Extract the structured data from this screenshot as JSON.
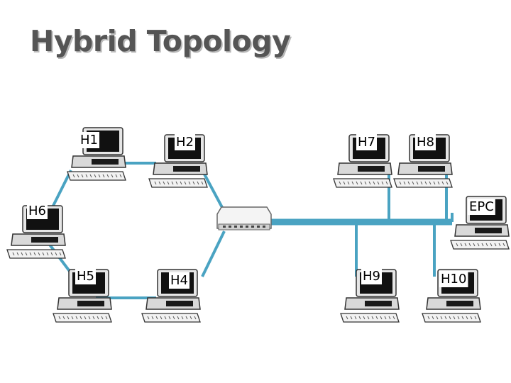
{
  "title": "Hybrid Topology",
  "colors": {
    "link": "#4aa3c2",
    "bus": "#4aa3c2",
    "screen": "#111111",
    "case": "#d9d9d9"
  },
  "nodes": [
    {
      "id": "H1",
      "label": "H1",
      "type": "computer-icon"
    },
    {
      "id": "H2",
      "label": "H2",
      "type": "computer-icon"
    },
    {
      "id": "H6",
      "label": "H6",
      "type": "computer-icon"
    },
    {
      "id": "H5",
      "label": "H5",
      "type": "computer-icon"
    },
    {
      "id": "H4",
      "label": "H4",
      "type": "computer-icon"
    },
    {
      "id": "H7",
      "label": "H7",
      "type": "computer-icon"
    },
    {
      "id": "H8",
      "label": "H8",
      "type": "computer-icon"
    },
    {
      "id": "EPC",
      "label": "EPC",
      "type": "computer-icon"
    },
    {
      "id": "H9",
      "label": "H9",
      "type": "computer-icon"
    },
    {
      "id": "H10",
      "label": "H10",
      "type": "computer-icon"
    },
    {
      "id": "HUB",
      "label": "",
      "type": "switch-icon"
    }
  ],
  "links": [
    [
      "H1",
      "H2"
    ],
    [
      "H1",
      "H6"
    ],
    [
      "H6",
      "H5"
    ],
    [
      "H5",
      "H4"
    ],
    [
      "H2",
      "HUB"
    ],
    [
      "H4",
      "HUB"
    ],
    [
      "HUB",
      "BUS"
    ],
    [
      "H7",
      "BUS"
    ],
    [
      "H8",
      "BUS"
    ],
    [
      "EPC",
      "BUS"
    ],
    [
      "H9",
      "BUS"
    ],
    [
      "H10",
      "BUS"
    ]
  ]
}
